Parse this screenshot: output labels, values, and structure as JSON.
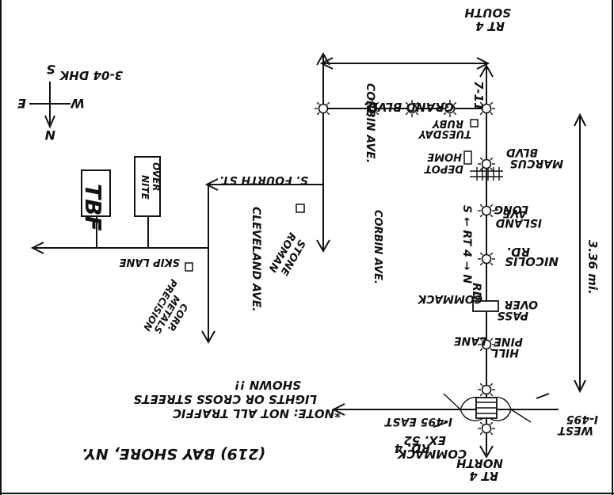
{
  "page_id": "(219)",
  "title": "BAY SHORE, NY.",
  "note": "*NOTE: NOT ALL TRAFFIC LIGHTS OR CROSS STREETS SHOWN !!",
  "note_lines": [
    "*NOTE: NOT ALL TRAFFIC",
    "LIGHTS OR CROSS STREETS",
    "SHOWN !!"
  ],
  "author": "3-04 DHK",
  "compass": {
    "N": "N",
    "S": "S",
    "E": "E",
    "W": "W"
  },
  "distance": "3.36 mi.",
  "roads": {
    "rt4_south": [
      "RT 4",
      "SOUTH"
    ],
    "rt4_north": [
      "RT 4",
      "NORTH"
    ],
    "rt4_route": [
      "COMMACK",
      "RD",
      "S ← RT 4 → N"
    ],
    "grand_blvd": "GRAND BLVD.",
    "corbin_ave_top": "CORBIN AVE.",
    "corbin_ave_bottom": "CORBIN AVE.",
    "s_fourth_st": "S. FOURTH ST.",
    "cleveland_ave": "CLEVELAND AVE.",
    "skip_lane": "SKIP LANE",
    "marcus_blvd": [
      "MARCUS",
      "BLVD"
    ],
    "long_island_ave": [
      "LONG",
      "ISLAND",
      "AVE."
    ],
    "nicolis_rd": [
      "NICOLIS",
      "RD."
    ],
    "overpass": [
      "OVER",
      "PASS"
    ],
    "pine_hill_lane": [
      "PINE",
      "HILL",
      "LANE"
    ],
    "i495_east": "I-495 EAST",
    "i495_west": [
      "I-495",
      "WEST"
    ],
    "exit_52": [
      "EX. 52",
      "COMMACK",
      "RD. 4"
    ]
  },
  "businesses": {
    "seven_eleven": "7-11",
    "ruby_tuesday": [
      "RUBY",
      "TUESDAY"
    ],
    "home_depot": [
      "HOME",
      "DEPOT"
    ],
    "roman_stone": [
      "ROMAN",
      "STONE"
    ],
    "precision_metals": [
      "PRECISION",
      "METALS",
      "CORP."
    ],
    "tbf": "TBF",
    "over_nite": [
      "OVER",
      "NITE"
    ]
  },
  "colors": {
    "ink": "#111111",
    "paper": "#ffffff"
  }
}
